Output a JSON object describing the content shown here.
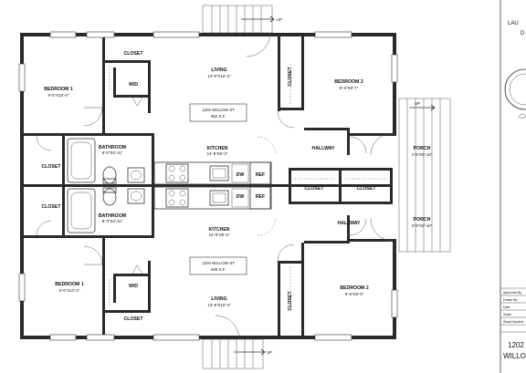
{
  "colors": {
    "wall": "#2a2a2a",
    "line": "#333333",
    "paper": "#ffffff"
  },
  "units": {
    "top": {
      "address": "1202 WILLOW ST",
      "area": "652 S.F."
    },
    "bottom": {
      "address": "1204 WILLOW ST",
      "area": "648 S.F."
    }
  },
  "rooms": {
    "closet": "CLOSET",
    "living": "LIVING",
    "living_dim_top": "13'-8\"X10'-2\"",
    "living_dim_bottom": "13'-8\"X10'-2\"",
    "bedroom1": "BEDROOM 1",
    "bedroom1_dim_top": "9'-6\"X10'-0\"",
    "bedroom1_dim_bottom": "9'-6\"X10'-2\"",
    "bedroom2": "BEDROOM 2",
    "bedroom2_dim_top": "9'-6\"X9'-7\"",
    "bedroom2_dim_bottom": "9'-6\"X9'-6\"",
    "bathroom": "BATHROOM",
    "bathroom_dim_top": "8'-0\"X4'-11\"",
    "bathroom_dim_bottom": "8'-0\"X4'-11\"",
    "kitchen": "KITCHEN",
    "kitchen_dim_top": "14'-5\"X5'-3\"",
    "kitchen_dim_bottom": "14'-5\"X5'-3\"",
    "hallway": "HALLWAY",
    "porch": "PORCH",
    "porch_dim_top": "4'-9\"X6'-10\"",
    "porch_dim_bottom": "4'-9\"X6'-10\"",
    "wd": "W/D",
    "dw": "DW",
    "ref": "REF",
    "up": "UP"
  },
  "title_block": {
    "top_text": "LAU",
    "top_letter": "D",
    "approved_by": "Approved By",
    "drawn_by": "Drawn By",
    "date": "Date",
    "scale": "Scale",
    "sheet_number": "Sheet Number",
    "sheet_title_number": "1202",
    "sheet_title_street": "WILLO"
  }
}
